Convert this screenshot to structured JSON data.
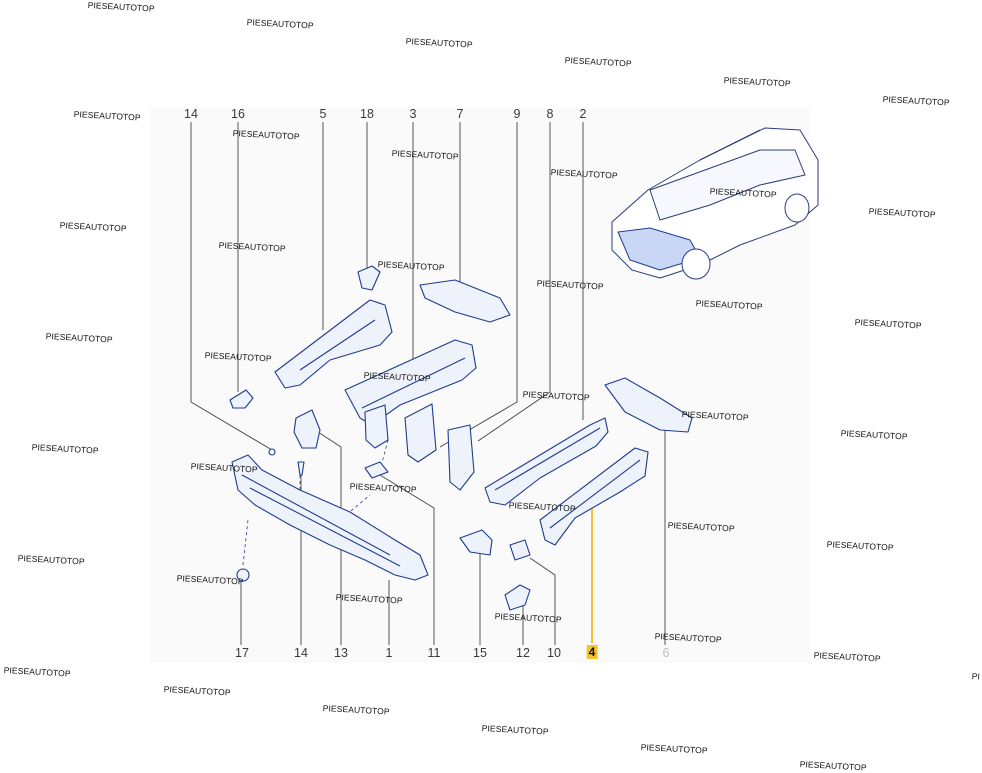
{
  "diagram": {
    "top_labels": [
      "14",
      "16",
      "5",
      "18",
      "3",
      "7",
      "9",
      "8",
      "2"
    ],
    "bottom_labels": [
      "17",
      "14",
      "13",
      "1",
      "11",
      "15",
      "12",
      "10",
      "4",
      "6"
    ],
    "highlighted_label": "4",
    "faded_label": "6",
    "colors": {
      "part_stroke": "#1f3c8f",
      "part_fill": "#e9eef9",
      "leader": "#333333",
      "highlight_leader": "#f2c330",
      "highlight_badge": "#f2c330"
    }
  },
  "watermark": {
    "text": "PIESEAUTOTOP",
    "cut_text": "PI"
  }
}
